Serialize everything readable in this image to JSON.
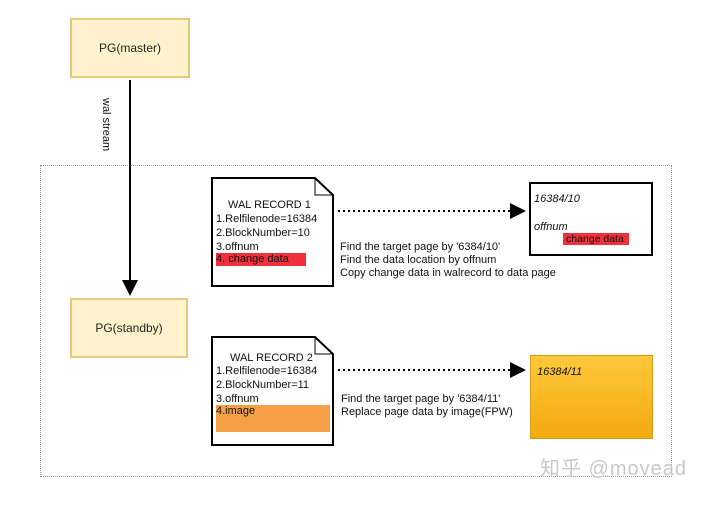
{
  "master": {
    "label": "PG(master)"
  },
  "standby": {
    "label": "PG(standby)"
  },
  "stream_label": "wal stream",
  "record1": {
    "title": "WAL RECORD 1",
    "lines": [
      "1.Relfilenode=16384",
      "2.BlockNumber=10",
      "3.offnum",
      "4. change data"
    ],
    "description": [
      "Find the target page by '6384/10'",
      "Find the data location by offnum",
      "Copy change data in walrecord to data page"
    ],
    "page": {
      "title": "16384/10",
      "offnum_label": "offnum",
      "change_label": "change data"
    }
  },
  "record2": {
    "title": "WAL RECORD 2",
    "lines": [
      "1.Relfilenode=16384",
      "2.BlockNumber=11",
      "3.offnum",
      "4.image"
    ],
    "description": [
      "Find the target page by '6384/11'",
      "Replace page data by image(FPW)"
    ],
    "page": {
      "title": "16384/11"
    }
  },
  "watermark": "知乎 @movead",
  "colors": {
    "red_highlight": "#f0303a",
    "orange_highlight": "#f5a045",
    "page_gold": "#f2b01e",
    "pg_fill": "#fff2cc"
  }
}
